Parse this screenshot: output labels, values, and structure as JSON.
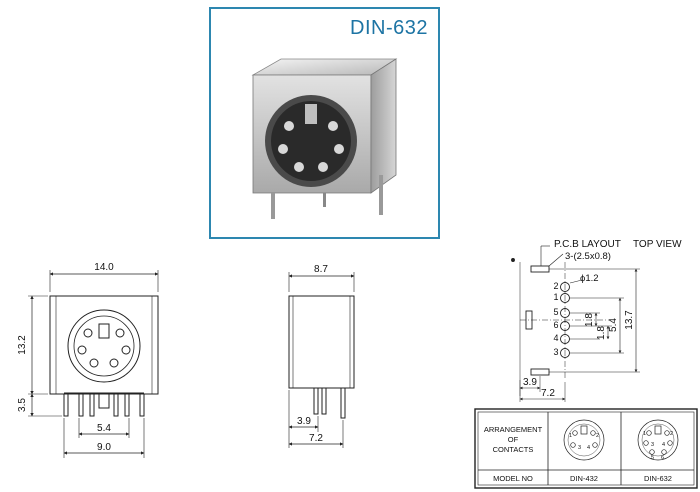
{
  "photo": {
    "title": "DIN-632"
  },
  "front_view": {
    "width_dim": "14.0",
    "height_dim": "13.2",
    "pin_dim": "3.5",
    "pitch_dim": "5.4",
    "base_dim": "9.0"
  },
  "side_view": {
    "width_dim": "8.7",
    "pin_offset_dim": "3.9",
    "depth_dim": "7.2"
  },
  "pcb_layout": {
    "title": "P.C.B LAYOUT",
    "view": "TOP VIEW",
    "slot_note": "3-(2.5x0.8)",
    "hole_note": "ϕ1.2",
    "pins": [
      "2",
      "1",
      "5",
      "6",
      "4",
      "3"
    ],
    "dim_1_8a": "1.8",
    "dim_1_8b": "1.8",
    "dim_5_4": "5.4",
    "dim_13_7": "13.7",
    "dim_3_9": "3.9",
    "dim_7_2": "7.2"
  },
  "contacts_table": {
    "header": "ARRANGEMENT OF CONTACTS",
    "model_label": "MODEL NO",
    "models": [
      "DIN-432",
      "DIN-632"
    ],
    "din432_pins": [
      "1",
      "2",
      "3",
      "4"
    ],
    "din632_pins": [
      "1",
      "2",
      "3",
      "4",
      "5",
      "6"
    ]
  }
}
